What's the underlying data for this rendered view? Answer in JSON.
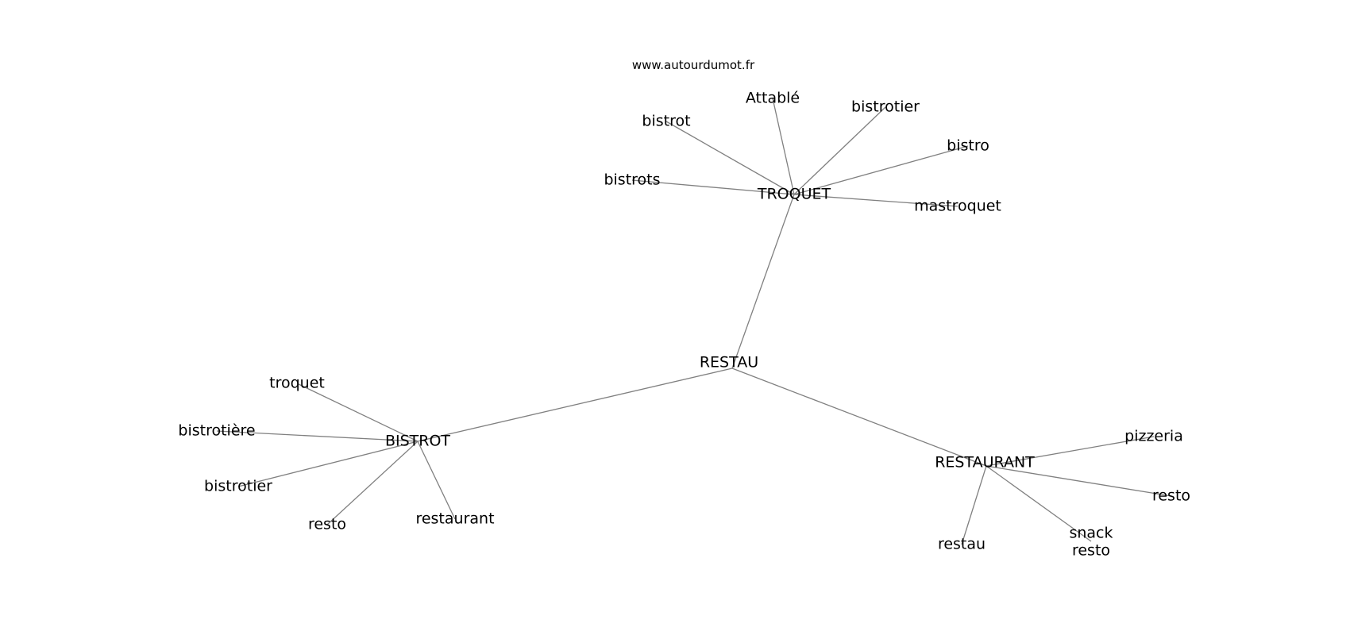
{
  "watermark": "www.autourdumot.fr",
  "colors": {
    "edge": "#808080",
    "text": "#000000",
    "background": "#ffffff"
  },
  "graph": {
    "center": "RESTAU",
    "nodes": [
      {
        "id": "restau_center",
        "label": "RESTAU"
      },
      {
        "id": "troquet_hub",
        "label": "TROQUET"
      },
      {
        "id": "bistrot_hub",
        "label": "BISTROT"
      },
      {
        "id": "restaurant_hub",
        "label": "RESTAURANT"
      },
      {
        "id": "t_attable",
        "label": "Attablé"
      },
      {
        "id": "t_bistrotier",
        "label": "bistrotier"
      },
      {
        "id": "t_bistrot",
        "label": "bistrot"
      },
      {
        "id": "t_bistro",
        "label": "bistro"
      },
      {
        "id": "t_bistrots",
        "label": "bistrots"
      },
      {
        "id": "t_mastroquet",
        "label": "mastroquet"
      },
      {
        "id": "b_troquet",
        "label": "troquet"
      },
      {
        "id": "b_bistrotiere",
        "label": "bistrotière"
      },
      {
        "id": "b_bistrotier",
        "label": "bistrotier"
      },
      {
        "id": "b_resto",
        "label": "resto"
      },
      {
        "id": "b_restaurant",
        "label": "restaurant"
      },
      {
        "id": "r_pizzeria",
        "label": "pizzeria"
      },
      {
        "id": "r_resto",
        "label": "resto"
      },
      {
        "id": "r_snack",
        "label": "snack\nresto"
      },
      {
        "id": "r_restau",
        "label": "restau"
      }
    ],
    "edges": [
      [
        "restau_center",
        "troquet_hub"
      ],
      [
        "restau_center",
        "bistrot_hub"
      ],
      [
        "restau_center",
        "restaurant_hub"
      ],
      [
        "troquet_hub",
        "t_attable"
      ],
      [
        "troquet_hub",
        "t_bistrotier"
      ],
      [
        "troquet_hub",
        "t_bistrot"
      ],
      [
        "troquet_hub",
        "t_bistro"
      ],
      [
        "troquet_hub",
        "t_bistrots"
      ],
      [
        "troquet_hub",
        "t_mastroquet"
      ],
      [
        "bistrot_hub",
        "b_troquet"
      ],
      [
        "bistrot_hub",
        "b_bistrotiere"
      ],
      [
        "bistrot_hub",
        "b_bistrotier"
      ],
      [
        "bistrot_hub",
        "b_resto"
      ],
      [
        "bistrot_hub",
        "b_restaurant"
      ],
      [
        "restaurant_hub",
        "r_pizzeria"
      ],
      [
        "restaurant_hub",
        "r_resto"
      ],
      [
        "restaurant_hub",
        "r_snack"
      ],
      [
        "restaurant_hub",
        "r_restau"
      ]
    ]
  }
}
